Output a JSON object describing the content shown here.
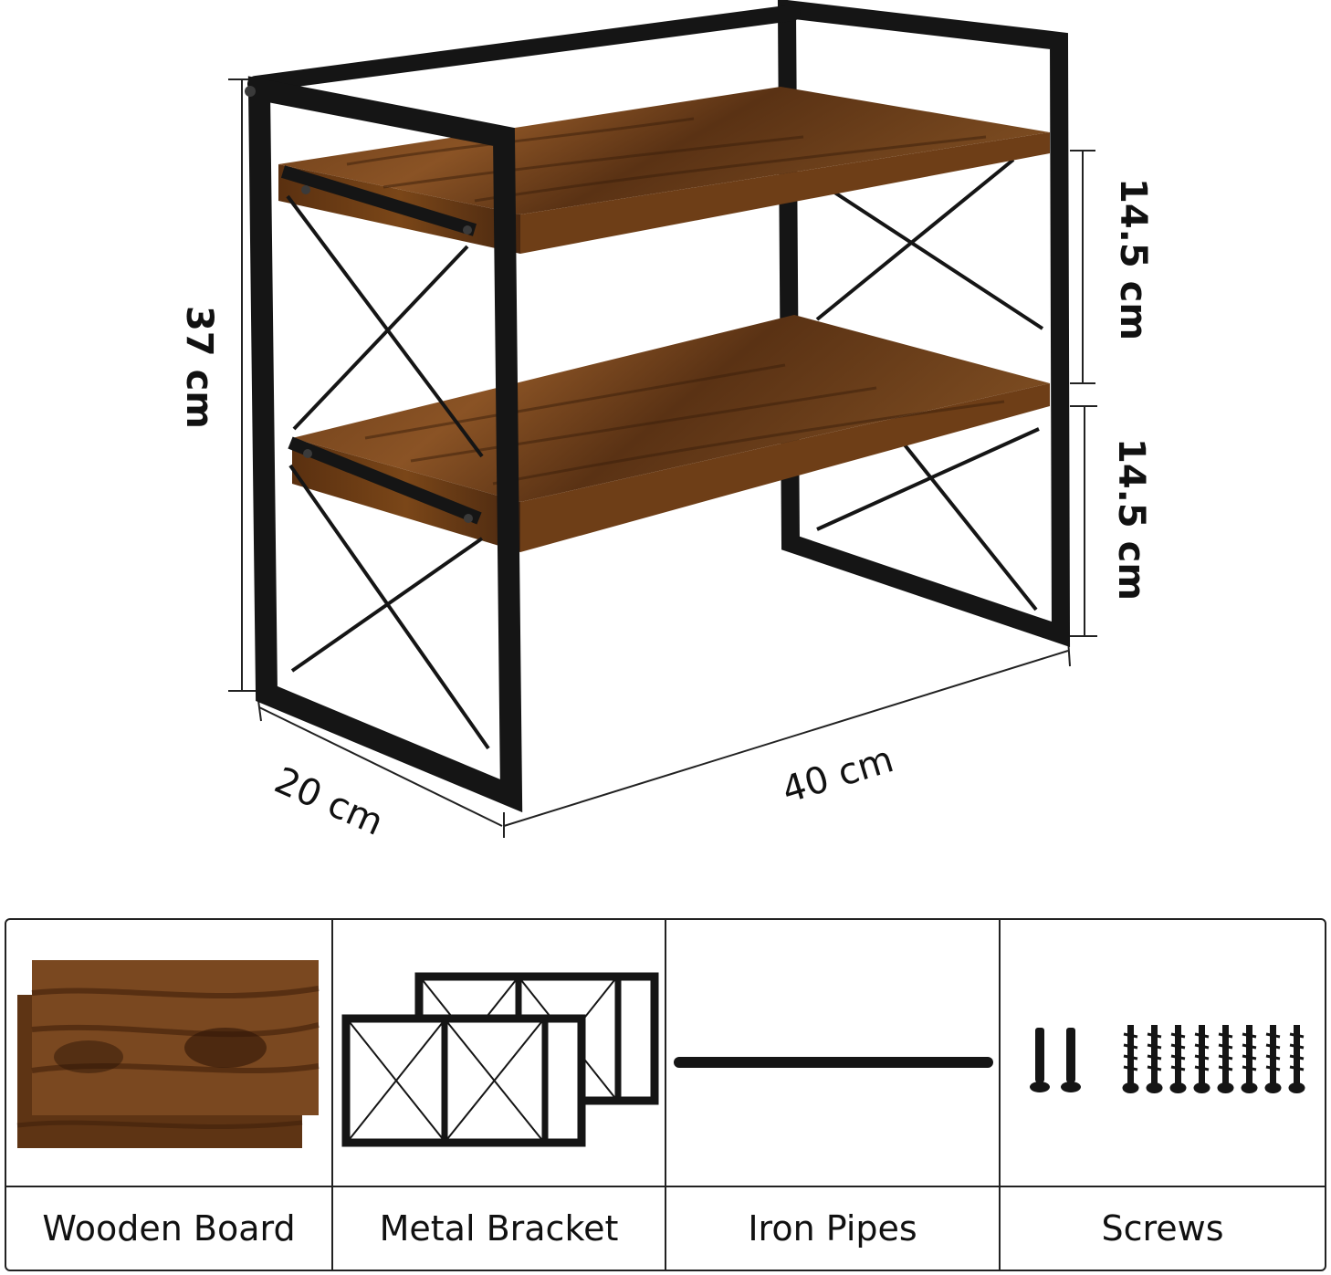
{
  "dimensions": {
    "height_total": "37 cm",
    "upper_tier": "14.5 cm",
    "lower_tier": "14.5 cm",
    "depth": "20 cm",
    "width": "40 cm"
  },
  "parts": [
    {
      "label": "Wooden Board",
      "icon": "wooden-board-icon"
    },
    {
      "label": "Metal Bracket",
      "icon": "metal-bracket-icon"
    },
    {
      "label": "Iron Pipes",
      "icon": "iron-pipe-icon"
    },
    {
      "label": "Screws",
      "icon": "screws-icon"
    }
  ],
  "colors": {
    "wood_dark": "#4a2a12",
    "wood_mid": "#7a4a22",
    "wood_light": "#a0662f",
    "metal": "#151515"
  }
}
